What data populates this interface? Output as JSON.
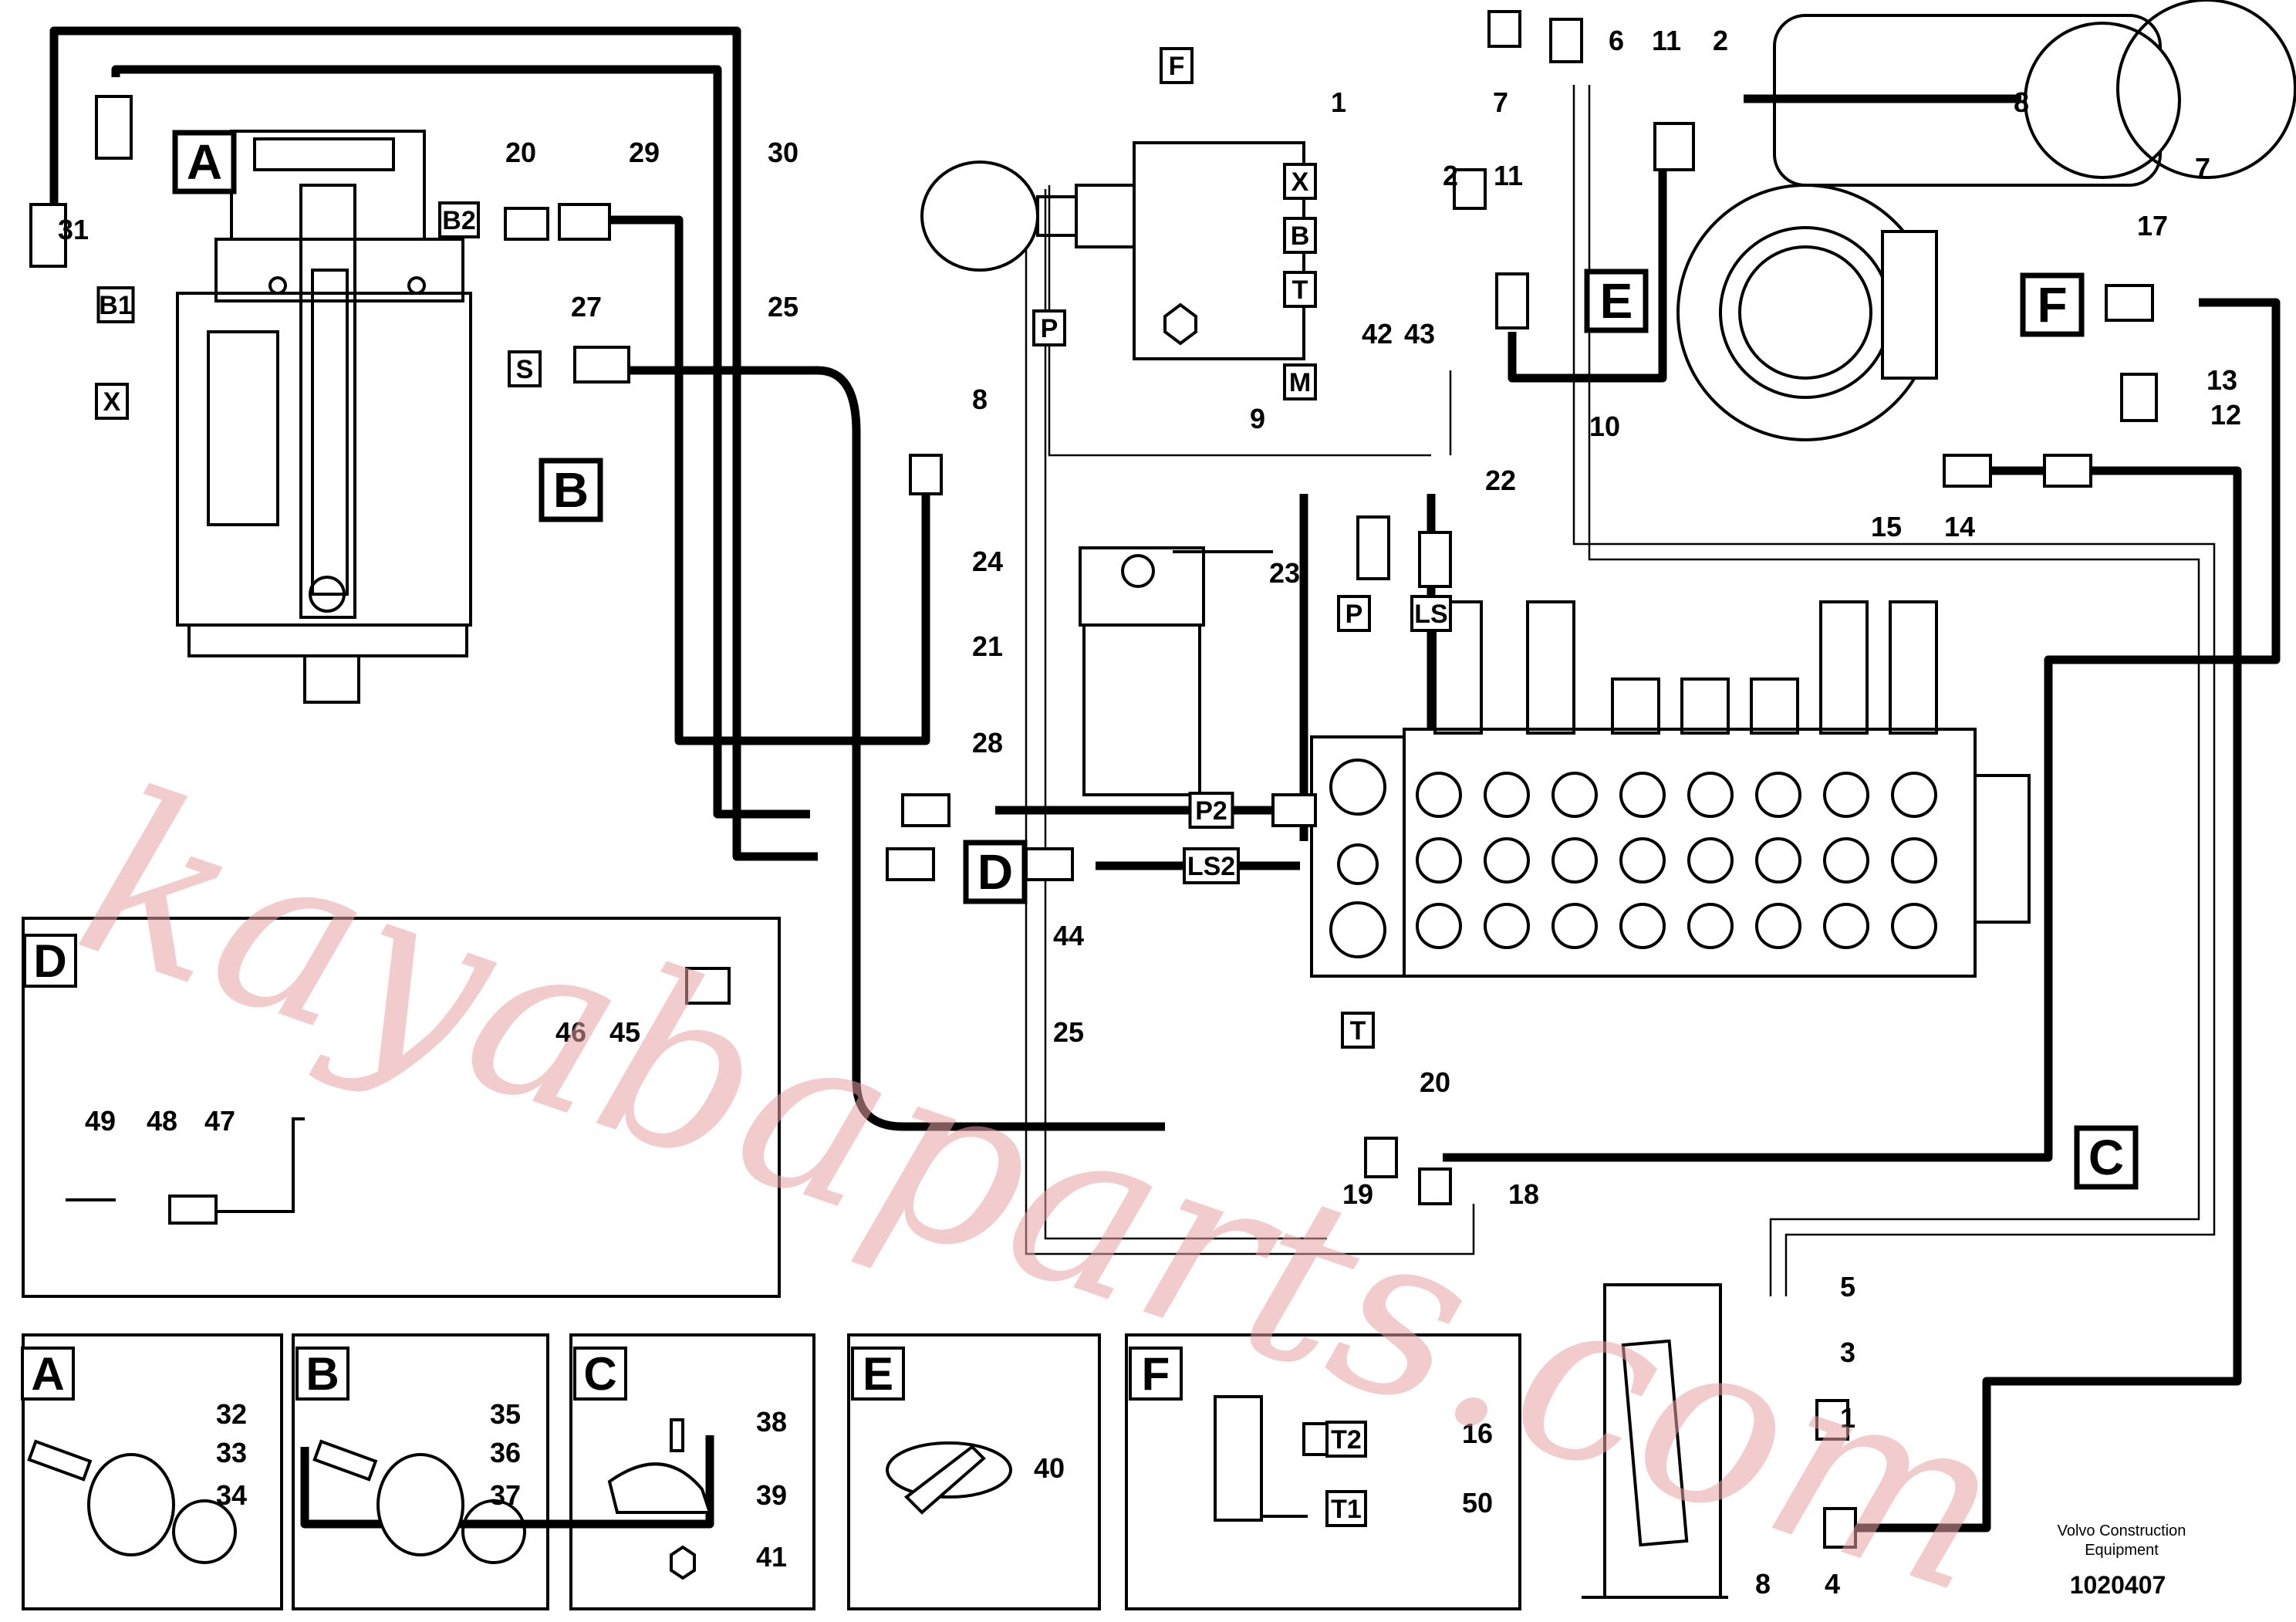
{
  "diagram": {
    "callouts": [
      {
        "id": "c31",
        "text": "31"
      },
      {
        "id": "c29",
        "text": "29"
      },
      {
        "id": "c30",
        "text": "30"
      },
      {
        "id": "c20a",
        "text": "20"
      },
      {
        "id": "c27",
        "text": "27"
      },
      {
        "id": "c25a",
        "text": "25"
      },
      {
        "id": "c1a",
        "text": "1"
      },
      {
        "id": "c2a",
        "text": "2"
      },
      {
        "id": "c11a",
        "text": "11"
      },
      {
        "id": "c7a",
        "text": "7"
      },
      {
        "id": "c6",
        "text": "6"
      },
      {
        "id": "c11b",
        "text": "11"
      },
      {
        "id": "c2b",
        "text": "2"
      },
      {
        "id": "c8a",
        "text": "8"
      },
      {
        "id": "c42",
        "text": "42"
      },
      {
        "id": "c43",
        "text": "43"
      },
      {
        "id": "c9",
        "text": "9"
      },
      {
        "id": "c10",
        "text": "10"
      },
      {
        "id": "c17",
        "text": "17"
      },
      {
        "id": "c13",
        "text": "13"
      },
      {
        "id": "c12",
        "text": "12"
      },
      {
        "id": "c15",
        "text": "15"
      },
      {
        "id": "c14",
        "text": "14"
      },
      {
        "id": "c22",
        "text": "22"
      },
      {
        "id": "c23",
        "text": "23"
      },
      {
        "id": "c24",
        "text": "24"
      },
      {
        "id": "c21",
        "text": "21"
      },
      {
        "id": "c28",
        "text": "28"
      },
      {
        "id": "c44",
        "text": "44"
      },
      {
        "id": "c25b",
        "text": "25"
      },
      {
        "id": "c20b",
        "text": "20"
      },
      {
        "id": "c19",
        "text": "19"
      },
      {
        "id": "c18",
        "text": "18"
      },
      {
        "id": "c5",
        "text": "5"
      },
      {
        "id": "c3",
        "text": "3"
      },
      {
        "id": "c1b",
        "text": "1"
      },
      {
        "id": "c8b",
        "text": "8"
      },
      {
        "id": "c4",
        "text": "4"
      },
      {
        "id": "c46",
        "text": "46"
      },
      {
        "id": "c45",
        "text": "45"
      },
      {
        "id": "c49",
        "text": "49"
      },
      {
        "id": "c48",
        "text": "48"
      },
      {
        "id": "c47",
        "text": "47"
      },
      {
        "id": "c32",
        "text": "32"
      },
      {
        "id": "c33",
        "text": "33"
      },
      {
        "id": "c34",
        "text": "34"
      },
      {
        "id": "c35",
        "text": "35"
      },
      {
        "id": "c36",
        "text": "36"
      },
      {
        "id": "c37",
        "text": "37"
      },
      {
        "id": "c38",
        "text": "38"
      },
      {
        "id": "c39",
        "text": "39"
      },
      {
        "id": "c41",
        "text": "41"
      },
      {
        "id": "c40",
        "text": "40"
      },
      {
        "id": "c16",
        "text": "16"
      },
      {
        "id": "c50",
        "text": "50"
      },
      {
        "id": "c7b",
        "text": "7"
      },
      {
        "id": "c8c",
        "text": "8"
      }
    ],
    "ports": [
      {
        "id": "pB2",
        "text": "B2"
      },
      {
        "id": "pB1",
        "text": "B1"
      },
      {
        "id": "pX1",
        "text": "X"
      },
      {
        "id": "pS",
        "text": "S"
      },
      {
        "id": "pF1",
        "text": "F"
      },
      {
        "id": "pX2",
        "text": "X"
      },
      {
        "id": "pB",
        "text": "B"
      },
      {
        "id": "pT1",
        "text": "T"
      },
      {
        "id": "pP1",
        "text": "P"
      },
      {
        "id": "pM",
        "text": "M"
      },
      {
        "id": "pP2",
        "text": "P"
      },
      {
        "id": "pLS",
        "text": "LS"
      },
      {
        "id": "pP2b",
        "text": "P2"
      },
      {
        "id": "pLS2",
        "text": "LS2"
      },
      {
        "id": "pT2",
        "text": "T"
      },
      {
        "id": "pT2f",
        "text": "T2"
      },
      {
        "id": "pT1f",
        "text": "T1"
      }
    ],
    "detail_refs": [
      {
        "id": "rA",
        "text": "A"
      },
      {
        "id": "rB",
        "text": "B"
      },
      {
        "id": "rE",
        "text": "E"
      },
      {
        "id": "rF",
        "text": "F"
      },
      {
        "id": "rD",
        "text": "D"
      },
      {
        "id": "rC",
        "text": "C"
      }
    ],
    "panels": [
      {
        "id": "panelD",
        "label": "D"
      },
      {
        "id": "panelA",
        "label": "A"
      },
      {
        "id": "panelB",
        "label": "B"
      },
      {
        "id": "panelC",
        "label": "C"
      },
      {
        "id": "panelE",
        "label": "E"
      },
      {
        "id": "panelF",
        "label": "F"
      }
    ],
    "watermark": "kayabaparts.com",
    "footer": {
      "line1": "Volvo Construction",
      "line2": "Equipment",
      "doc_number": "1020407"
    }
  }
}
